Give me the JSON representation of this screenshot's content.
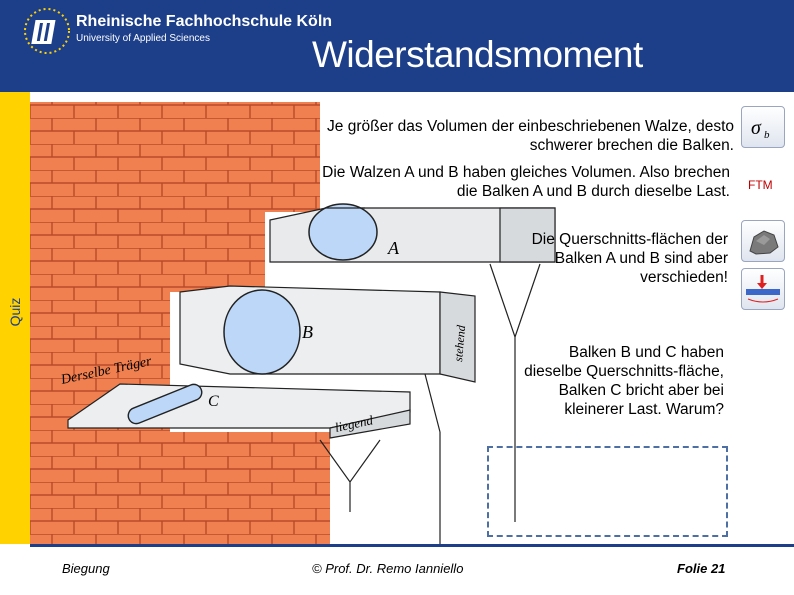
{
  "header": {
    "university": "Rheinische Fachhochschule Köln",
    "subtitle": "University of Applied Sciences"
  },
  "slide": {
    "title": "Widerstandsmoment",
    "side_label": "Quiz",
    "text_1": "Je größer das Volumen der einbeschriebenen Walze, desto schwerer brechen die Balken.",
    "text_2": "Die Walzen A und B haben gleiches Volumen. Also brechen die Balken A und B durch dieselbe Last.",
    "text_3": "Die Querschnitts-flächen der Balken A und B sind aber verschieden!",
    "text_4": "Balken B und C haben dieselbe Querschnitts-fläche, Balken C bricht aber bei kleinerer Last. Warum?"
  },
  "illustration": {
    "label_a": "A",
    "label_b": "B",
    "label_c": "C",
    "label_dieselbe": "Derselbe Träger",
    "label_stehend": "stehend",
    "label_liegend": "liegend"
  },
  "icons": {
    "sigma_label": "σb",
    "ftm_label": "FTM",
    "icon_1": "sigma-b-icon",
    "icon_2": "rock-icon",
    "icon_3": "beam-load-icon"
  },
  "footer": {
    "left": "Biegung",
    "center": "© Prof. Dr. Remo Ianniello",
    "right": "Folie 21"
  },
  "colors": {
    "header_blue": "#1d3f8a",
    "sidebar_yellow": "#ffd200",
    "brick": "#f08050",
    "cylinder_blue": "#bcd7f7",
    "ftm_red": "#c00000"
  }
}
